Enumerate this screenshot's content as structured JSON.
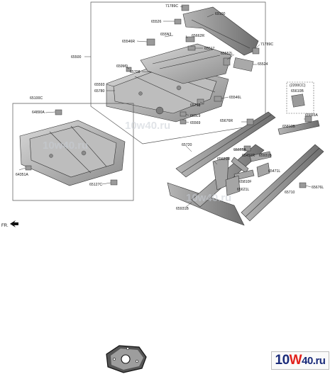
{
  "diagram": {
    "labels": {
      "l65500": "65500",
      "l71789c_top": "71789C",
      "l65526": "65526",
      "l69100": "69100",
      "l655n3": "655N3",
      "l65662r": "65662R",
      "l65546r": "65546R",
      "l65517": "65517",
      "l71789c_right": "71789C",
      "l65552l": "65552L",
      "l65524": "65524",
      "l659m9": "659M9",
      "l65708": "65708",
      "l65593": "65593",
      "l65780": "65780",
      "l65718": "65718",
      "l65546l": "65546L",
      "l665l9": "665L9",
      "l65569": "65569",
      "l2200cc": "(2200CC)",
      "l65610b": "65610B",
      "l65100c": "65100C",
      "l64890a": "64890A",
      "l64351a": "64351A",
      "l65127c": "65127C",
      "l65676r": "65676R",
      "l65810b": "65810B",
      "l65665a": "65665A",
      "l65720": "65720",
      "l65665a_mid": "65665A",
      "l65621r": "65621R",
      "l65451r": "65451R",
      "l65931b_mid": "65931B",
      "l65810f": "65810F",
      "l65471l": "65471L",
      "l65621l": "65621L",
      "l65710": "65710",
      "l65676l": "65676L",
      "l65931b": "65931B",
      "fr": "FR."
    },
    "watermark": "10w40.ru"
  },
  "logo": {
    "part1": "10",
    "part2": "W",
    "part3": "40.ru"
  },
  "colors": {
    "line": "#222222",
    "watermark": "#c9ced6",
    "logo_blue": "#1a2b7a",
    "logo_red": "#e2211c"
  }
}
